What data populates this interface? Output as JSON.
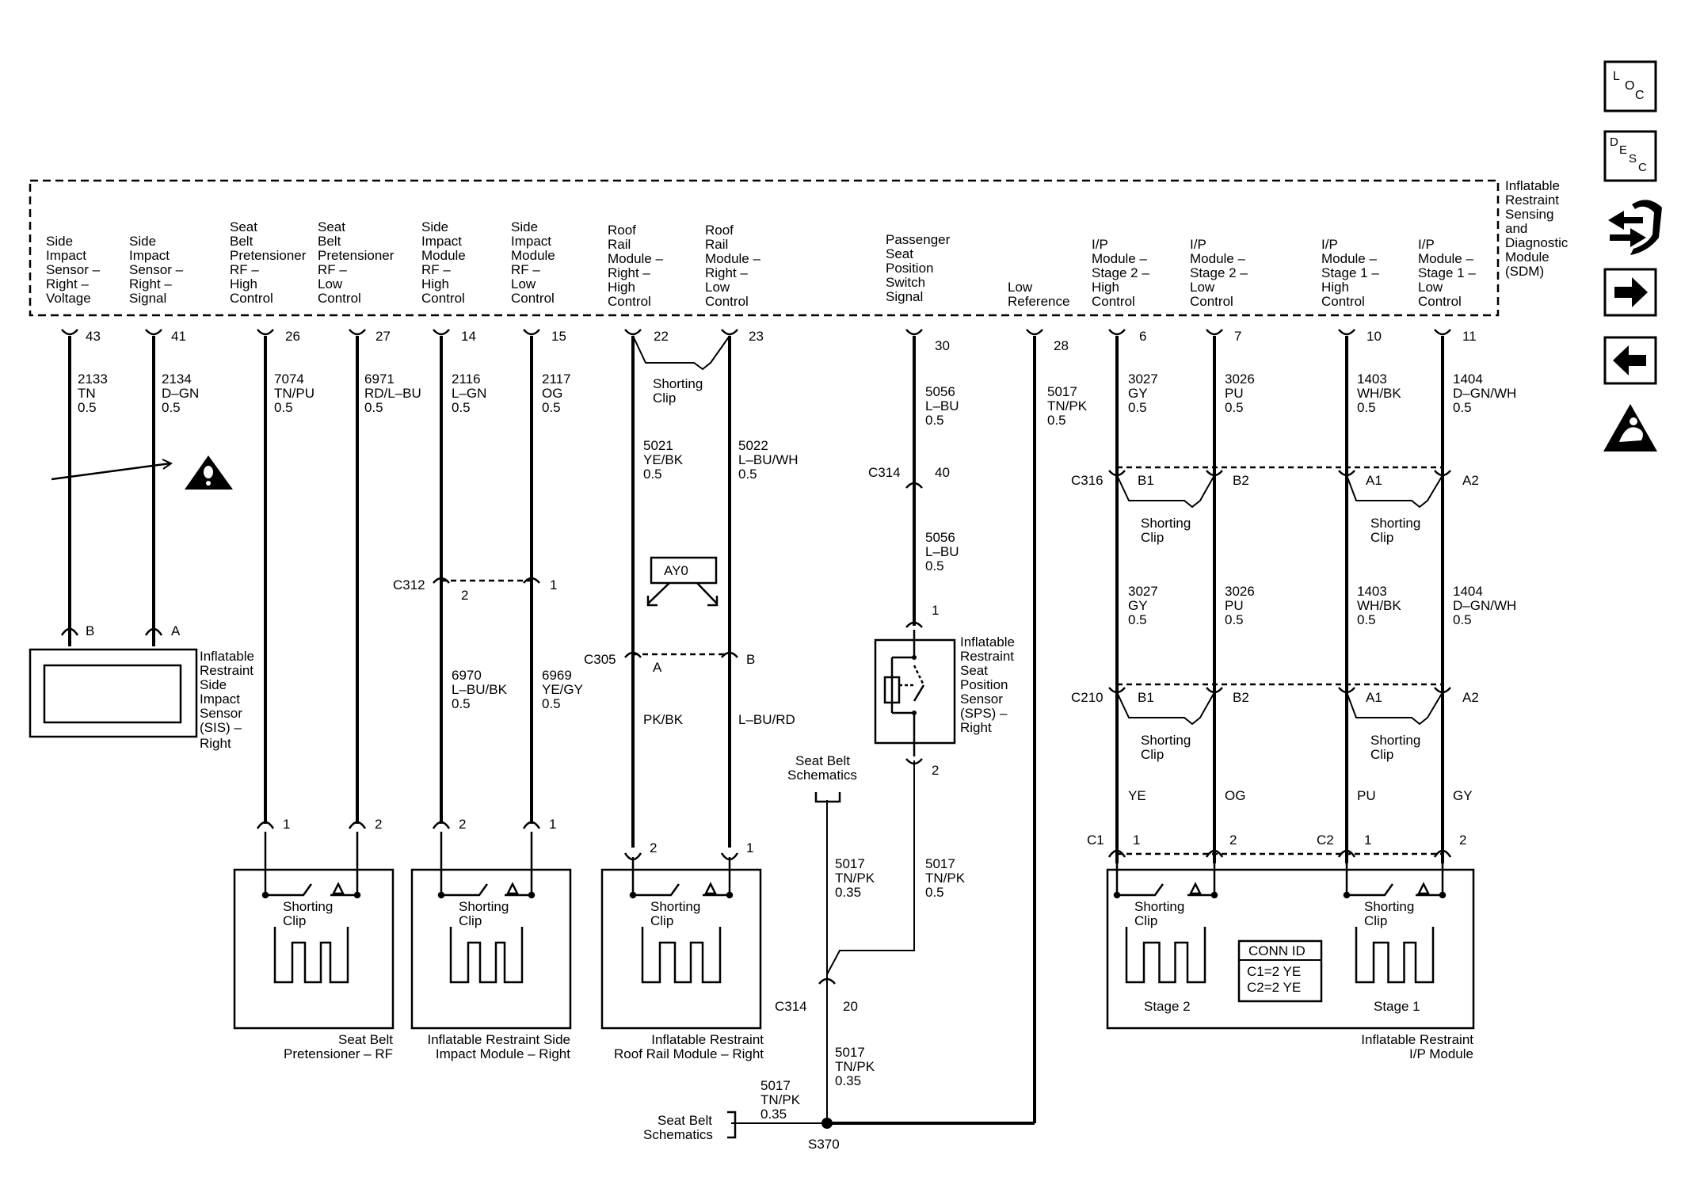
{
  "sdm": {
    "title_lines": [
      "Inflatable",
      "Restraint",
      "Sensing",
      "and",
      "Diagnostic",
      "Module",
      "(SDM)"
    ],
    "circuits": [
      {
        "lines": [
          "Side",
          "Impact",
          "Sensor –",
          "Right –",
          "Voltage"
        ],
        "pin": "43"
      },
      {
        "lines": [
          "Side",
          "Impact",
          "Sensor –",
          "Right –",
          "Signal"
        ],
        "pin": "41"
      },
      {
        "lines": [
          "Seat",
          "Belt",
          "Pretensioner",
          "RF –",
          "High",
          "Control"
        ],
        "pin": "26"
      },
      {
        "lines": [
          "Seat",
          "Belt",
          "Pretensioner",
          "RF –",
          "Low",
          "Control"
        ],
        "pin": "27"
      },
      {
        "lines": [
          "Side",
          "Impact",
          "Module",
          "RF –",
          "High",
          "Control"
        ],
        "pin": "14"
      },
      {
        "lines": [
          "Side",
          "Impact",
          "Module",
          "RF –",
          "Low",
          "Control"
        ],
        "pin": "15"
      },
      {
        "lines": [
          "Roof",
          "Rail",
          "Module –",
          "Right –",
          "High",
          "Control"
        ],
        "pin": "22"
      },
      {
        "lines": [
          "Roof",
          "Rail",
          "Module –",
          "Right –",
          "Low",
          "Control"
        ],
        "pin": "23"
      },
      {
        "lines": [
          "Passenger",
          "Seat",
          "Position",
          "Switch",
          "Signal"
        ],
        "pin": "30"
      },
      {
        "lines": [
          "Low",
          "Reference"
        ],
        "pin": "28"
      },
      {
        "lines": [
          "I/P",
          "Module –",
          "Stage 2 –",
          "High",
          "Control"
        ],
        "pin": "6"
      },
      {
        "lines": [
          "I/P",
          "Module –",
          "Stage 2 –",
          "Low",
          "Control"
        ],
        "pin": "7"
      },
      {
        "lines": [
          "I/P",
          "Module –",
          "Stage 1 –",
          "High",
          "Control"
        ],
        "pin": "10"
      },
      {
        "lines": [
          "I/P",
          "Module –",
          "Stage 1 –",
          "Low",
          "Control"
        ],
        "pin": "11"
      }
    ]
  },
  "wires": {
    "w2133": [
      "2133",
      "TN",
      "0.5"
    ],
    "w2134": [
      "2134",
      "D–GN",
      "0.5"
    ],
    "w7074": [
      "7074",
      "TN/PU",
      "0.5"
    ],
    "w6971": [
      "6971",
      "RD/L–BU",
      "0.5"
    ],
    "w2116": [
      "2116",
      "L–GN",
      "0.5"
    ],
    "w2117": [
      "2117",
      "OG",
      "0.5"
    ],
    "w5021": [
      "5021",
      "YE/BK",
      "0.5"
    ],
    "w5022": [
      "5022",
      "L–BU/WH",
      "0.5"
    ],
    "w5056a": [
      "5056",
      "L–BU",
      "0.5"
    ],
    "w5056b": [
      "5056",
      "L–BU",
      "0.5"
    ],
    "w5017sdm": [
      "5017",
      "TN/PK",
      "0.5"
    ],
    "w3027a": [
      "3027",
      "GY",
      "0.5"
    ],
    "w3026a": [
      "3026",
      "PU",
      "0.5"
    ],
    "w1403a": [
      "1403",
      "WH/BK",
      "0.5"
    ],
    "w1404a": [
      "1404",
      "D–GN/WH",
      "0.5"
    ],
    "w3027b": [
      "3027",
      "GY",
      "0.5"
    ],
    "w3026b": [
      "3026",
      "PU",
      "0.5"
    ],
    "w1403b": [
      "1403",
      "WH/BK",
      "0.5"
    ],
    "w1404b": [
      "1404",
      "D–GN/WH",
      "0.5"
    ],
    "w6970": [
      "6970",
      "L–BU/BK",
      "0.5"
    ],
    "w6969": [
      "6969",
      "YE/GY",
      "0.5"
    ],
    "w5017sb": [
      "5017",
      "TN/PK",
      "0.35"
    ],
    "w5017sps": [
      "5017",
      "TN/PK",
      "0.5"
    ],
    "w5017c314": [
      "5017",
      "TN/PK",
      "0.35"
    ],
    "w5017s370": [
      "5017",
      "TN/PK",
      "0.35"
    ],
    "pkbk": "PK/BK",
    "lburd": "L–BU/RD",
    "ye": "YE",
    "og": "OG",
    "pu": "PU",
    "gy": "GY"
  },
  "connectors": {
    "c314": "C314",
    "c314_pin40": "40",
    "c314_pin20": "20",
    "c312": "C312",
    "c312_pin2": "2",
    "c312_pin1": "1",
    "c305": "C305",
    "c305_pin_a": "A",
    "c305_pin_b": "B",
    "c316": "C316",
    "c210": "C210",
    "b1": "B1",
    "b2": "B2",
    "a1": "A1",
    "a2": "A2",
    "c1": "C1",
    "c2": "C2",
    "sis_a": "A",
    "sis_b": "B",
    "sps_pin1": "1",
    "sps_pin2": "2",
    "pin1": "1",
    "pin2": "2"
  },
  "labels": {
    "shorting_clip": [
      "Shorting",
      "Clip"
    ],
    "ayo": "AY0",
    "seat_belt_schematics": [
      "Seat Belt",
      "Schematics"
    ],
    "s370": "S370",
    "stage2": "Stage 2",
    "stage1": "Stage 1",
    "conn_id_title": "CONN ID",
    "conn_id_c1": "C1=2 YE",
    "conn_id_c2": "C2=2 YE"
  },
  "components": {
    "sis": [
      "Inflatable",
      "Restraint",
      "Side",
      "Impact",
      "Sensor",
      "(SIS) –",
      "Right"
    ],
    "sps": [
      "Inflatable",
      "Restraint",
      "Seat",
      "Position",
      "Sensor",
      "(SPS) –",
      "Right"
    ],
    "pretensioner": [
      "Seat Belt",
      "Pretensioner – RF"
    ],
    "side_impact_module": [
      "Inflatable Restraint Side",
      "Impact Module – Right"
    ],
    "roof_rail_module": [
      "Inflatable Restraint",
      "Roof Rail Module – Right"
    ],
    "ip_module": [
      "Inflatable Restraint",
      "I/P Module"
    ]
  },
  "nav_icons": [
    {
      "name": "loc-icon",
      "letters": [
        "L",
        "O",
        "C"
      ]
    },
    {
      "name": "desc-icon",
      "letters": [
        "D",
        "E",
        "S",
        "C"
      ]
    },
    {
      "name": "connector-end-view-icon"
    },
    {
      "name": "next-arrow-icon"
    },
    {
      "name": "back-arrow-icon"
    },
    {
      "name": "component-warning-icon"
    }
  ]
}
